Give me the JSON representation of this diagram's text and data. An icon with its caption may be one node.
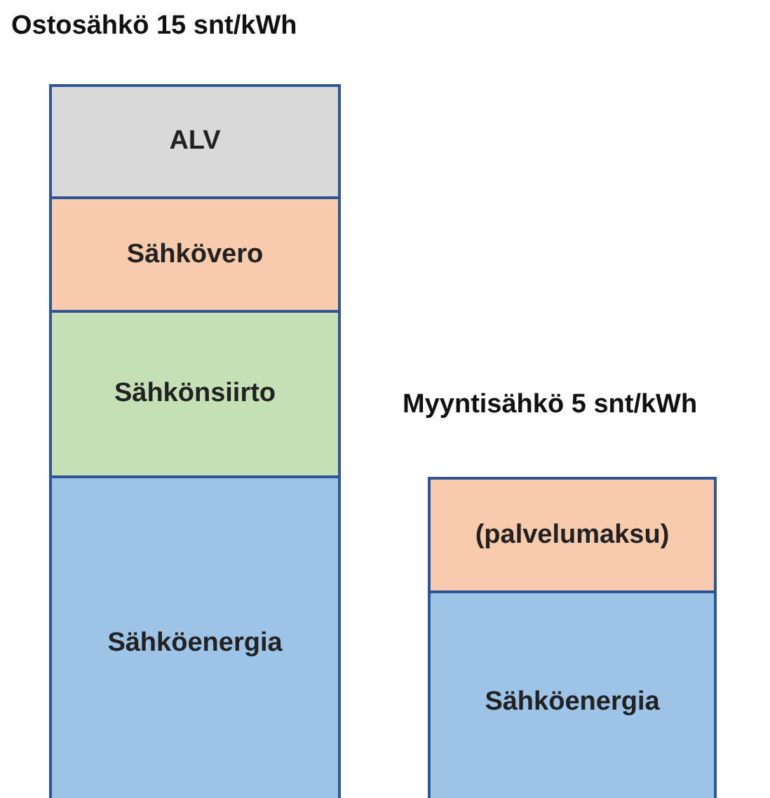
{
  "diagram": {
    "nodes": [
      {
        "text": [
          "ALV"
        ]
      },
      {
        "text": [
          "Sähkövero"
        ]
      },
      {
        "text": [
          "Sähkönsiirto"
        ]
      },
      {
        "text": [
          "Sähköenergia"
        ]
      },
      {
        "text": [
          "(palvelumaksu)"
        ]
      },
      {
        "text": [
          "Sähköenergia"
        ]
      }
    ],
    "edges": [],
    "labels": [
      "Ostosähkö 15 snt/kWh",
      "Myyntisähkö 5 snt/kWh"
    ]
  }
}
